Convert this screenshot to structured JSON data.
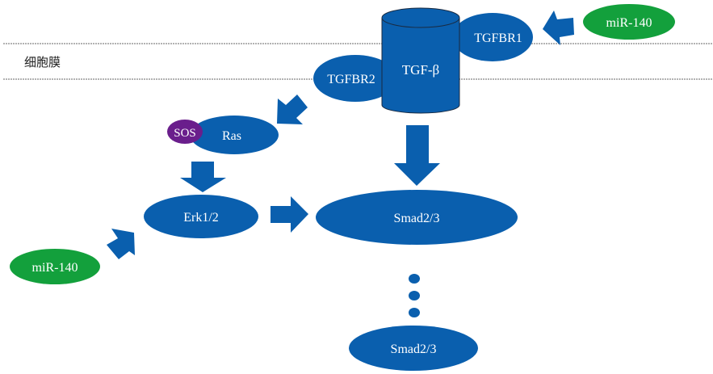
{
  "colors": {
    "blue": "#0A5FAE",
    "green": "#13A03C",
    "purple": "#6A1E8C",
    "membrane_line": "#666666",
    "text": "#ffffff"
  },
  "membrane": {
    "label": "细胞膜"
  },
  "nodes": {
    "tgf_beta": "TGF-β",
    "tgfbr1": "TGFBR1",
    "tgfbr2": "TGFBR2",
    "mir140_top": "miR-140",
    "mir140_left": "miR-140",
    "sos": "SOS",
    "ras": "Ras",
    "erk": "Erk1/2",
    "smad_main": "Smad2/3",
    "smad_bottom": "Smad2/3"
  },
  "edges": [
    {
      "from": "miR-140",
      "to": "TGFBR1",
      "type": "inhibit-arrow"
    },
    {
      "from": "TGFBR2",
      "to": "Ras",
      "type": "arrow"
    },
    {
      "from": "TGF-β",
      "to": "Smad2/3",
      "type": "arrow"
    },
    {
      "from": "Ras",
      "to": "Erk1/2",
      "type": "arrow"
    },
    {
      "from": "Erk1/2",
      "to": "Smad2/3",
      "type": "arrow"
    },
    {
      "from": "miR-140",
      "to": "Erk1/2",
      "type": "arrow"
    },
    {
      "from": "Smad2/3",
      "to": "Smad2/3",
      "type": "continuation-dots"
    }
  ]
}
